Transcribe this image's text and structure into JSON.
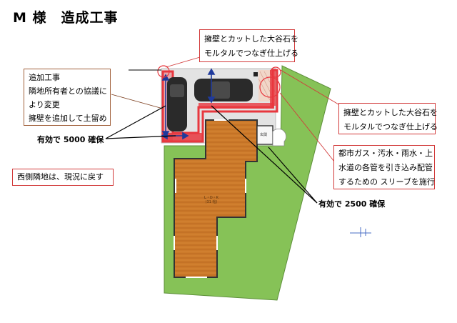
{
  "title": "M 様　造成工事",
  "notes": {
    "retaining_wall_top": [
      "擁壁とカットした大谷石を",
      "モルタルでつなぎ仕上げる"
    ],
    "retaining_wall_right": [
      "擁壁とカットした大谷石を",
      "モルタルでつなぎ仕上げる"
    ],
    "additional_work": [
      "追加工事",
      "隣地所有者との協議に",
      "より変更",
      "擁壁を追加して土留め"
    ],
    "west_site": [
      "西側隣地は、現況に戻す"
    ],
    "utilities": [
      "都市ガス・汚水・雨水・上",
      "水道の各管を引き込み配管",
      "するための スリーブを施行"
    ]
  },
  "labels": {
    "effective_5000": "有効で 5000 確保",
    "effective_2500": "有効で 2500 確保",
    "entrance": "玄関",
    "ldk": [
      "L・D・K",
      "(31 帖)"
    ]
  },
  "colors": {
    "lawn": "#86c257",
    "wood": "#cc7a2a",
    "wall_red": "#e8373e",
    "parking_gray": "#e3e3e3",
    "car_dark": "#2a2a2a"
  }
}
